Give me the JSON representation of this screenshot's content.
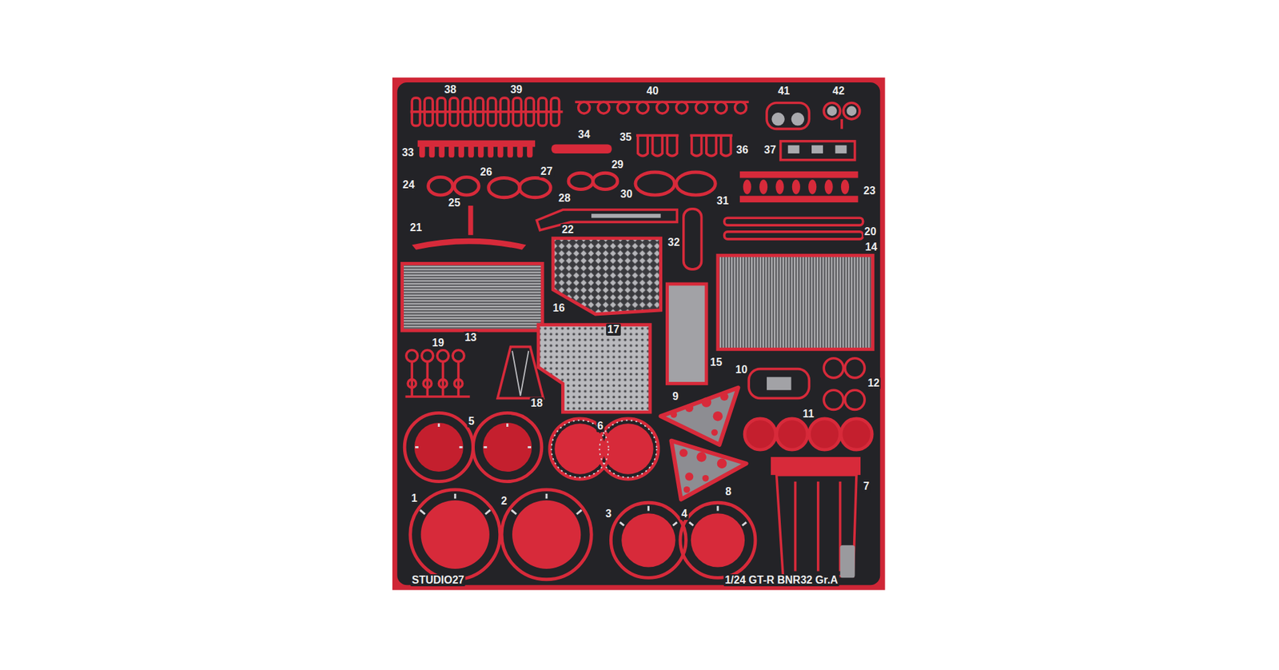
{
  "diagram": {
    "labels": [
      "38",
      "39",
      "40",
      "41",
      "42",
      "34",
      "35",
      "33",
      "36",
      "37",
      "29",
      "26",
      "27",
      "24",
      "23",
      "30",
      "28",
      "31",
      "25",
      "21",
      "22",
      "20",
      "32",
      "14",
      "16",
      "17",
      "13",
      "19",
      "15",
      "10",
      "12",
      "9",
      "18",
      "11",
      "5",
      "6",
      "7",
      "8",
      "1",
      "2",
      "3",
      "4",
      "STUDIO27",
      "1/24 GT-R BNR32 Gr.A"
    ]
  }
}
